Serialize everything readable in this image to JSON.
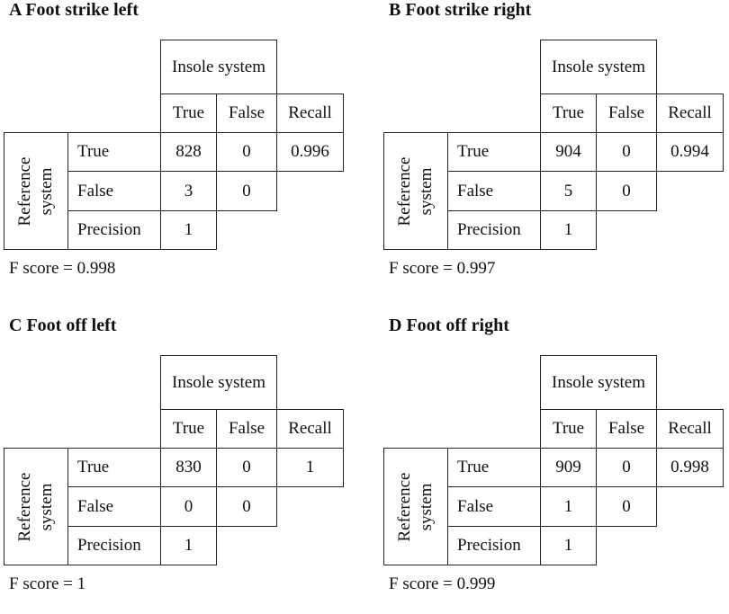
{
  "chart_data": [
    {
      "type": "table",
      "panel_letter": "A",
      "title": "Foot strike left",
      "col_group_label": "Insole system",
      "col_headers": [
        "True",
        "False",
        "Recall"
      ],
      "row_group_label": "Reference system",
      "row_headers": [
        "True",
        "False",
        "Precision"
      ],
      "rows": [
        [
          "828",
          "0",
          "0.996"
        ],
        [
          "3",
          "0",
          ""
        ],
        [
          "1",
          "",
          ""
        ]
      ],
      "f_score": "F score = 0.998"
    },
    {
      "type": "table",
      "panel_letter": "B",
      "title": "Foot strike right",
      "col_group_label": "Insole system",
      "col_headers": [
        "True",
        "False",
        "Recall"
      ],
      "row_group_label": "Reference system",
      "row_headers": [
        "True",
        "False",
        "Precision"
      ],
      "rows": [
        [
          "904",
          "0",
          "0.994"
        ],
        [
          "5",
          "0",
          ""
        ],
        [
          "1",
          "",
          ""
        ]
      ],
      "f_score": "F score = 0.997"
    },
    {
      "type": "table",
      "panel_letter": "C",
      "title": "Foot off left",
      "col_group_label": "Insole system",
      "col_headers": [
        "True",
        "False",
        "Recall"
      ],
      "row_group_label": "Reference system",
      "row_headers": [
        "True",
        "False",
        "Precision"
      ],
      "rows": [
        [
          "830",
          "0",
          "1"
        ],
        [
          "0",
          "0",
          ""
        ],
        [
          "1",
          "",
          ""
        ]
      ],
      "f_score": "F score = 1"
    },
    {
      "type": "table",
      "panel_letter": "D",
      "title": "Foot off right",
      "col_group_label": "Insole system",
      "col_headers": [
        "True",
        "False",
        "Recall"
      ],
      "row_group_label": "Reference system",
      "row_headers": [
        "True",
        "False",
        "Precision"
      ],
      "rows": [
        [
          "909",
          "0",
          "0.998"
        ],
        [
          "1",
          "0",
          ""
        ],
        [
          "1",
          "",
          ""
        ]
      ],
      "f_score": "F score = 0.999"
    }
  ]
}
